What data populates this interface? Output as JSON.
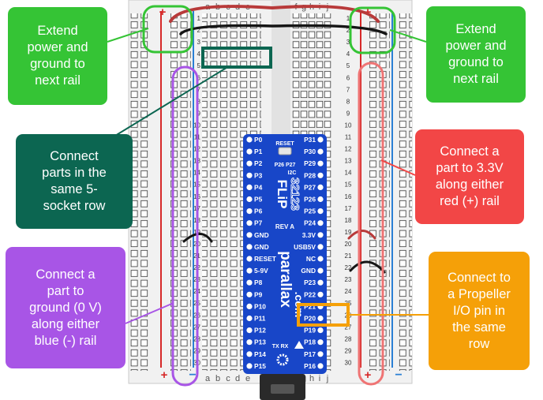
{
  "board": {
    "col_left": [
      "a",
      "b",
      "c",
      "d",
      "e"
    ],
    "col_right": [
      "f",
      "g",
      "h",
      "i",
      "j"
    ],
    "row_count": 30,
    "plus_sign": "+",
    "minus_sign": "−"
  },
  "chip": {
    "left_pins": [
      "P0",
      "P1",
      "P2",
      "P3",
      "P4",
      "P5",
      "P6",
      "P7",
      "GND",
      "GND",
      "RESET",
      "5-9V",
      "P8",
      "P9",
      "P10",
      "P11",
      "P12",
      "P13",
      "P14",
      "P15"
    ],
    "right_pins": [
      "P31",
      "P30",
      "P29",
      "P28",
      "P27",
      "P26",
      "P25",
      "P24",
      "3.3V",
      "USB5V",
      "NC",
      "GND",
      "P23",
      "P22",
      "P21",
      "P20",
      "P19",
      "P18",
      "P17",
      "P16"
    ],
    "reset_label": "RESET",
    "p26_p27_label": "P26 P27",
    "i2c_label": "I2C",
    "flip_label": "FLiP",
    "model_label": "32123",
    "rev_label": "REV A",
    "brand": "parallax",
    "domain": ".com",
    "txrx_label": "TX RX"
  },
  "callouts": {
    "extend_left": "Extend\npower and\nground to\nnext rail",
    "extend_right": "Extend\npower and\nground to\nnext rail",
    "row": "Connect\nparts in the\nsame 5-\nsocket row",
    "red_rail": "Connect a\npart to 3.3V\nalong either\nred (+) rail",
    "blue_rail": "Connect a\npart to\nground (0 V)\nalong either\nblue (-) rail",
    "io_pin": "Connect to\na Propeller\nI/O pin in\nthe same\nrow"
  },
  "colors": {
    "green": "#35c435",
    "dark_green": "#0c6651",
    "red": "#f24646",
    "purple": "#a855e6",
    "orange": "#f5a008",
    "chip_blue": "#1846c8",
    "rail_red": "#d62828",
    "rail_blue": "#2a7fd4",
    "wire_red": "#b83a3a",
    "wire_black": "#151515"
  }
}
